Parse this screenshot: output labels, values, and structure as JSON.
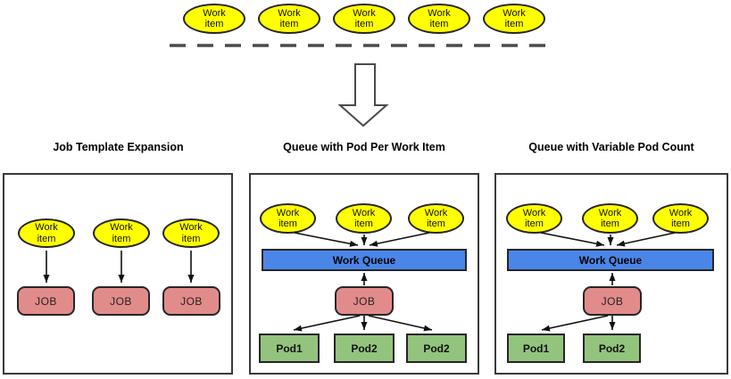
{
  "diagram": {
    "top_row": {
      "work_items": [
        "Work\nitem",
        "Work\nitem",
        "Work\nitem",
        "Work\nitem",
        "Work\nitem"
      ]
    },
    "panels": [
      {
        "title": "Job Template Expansion",
        "work_items": [
          "Work\nitem",
          "Work\nitem",
          "Work\nitem"
        ],
        "jobs": [
          "JOB",
          "JOB",
          "JOB"
        ]
      },
      {
        "title": "Queue with Pod Per Work Item",
        "work_items": [
          "Work\nitem",
          "Work\nitem",
          "Work\nitem"
        ],
        "queue_label": "Work Queue",
        "job_label": "JOB",
        "pods": [
          "Pod1",
          "Pod2",
          "Pod2"
        ]
      },
      {
        "title": "Queue with Variable Pod Count",
        "work_items": [
          "Work\nitem",
          "Work\nitem",
          "Work\nitem"
        ],
        "queue_label": "Work Queue",
        "job_label": "JOB",
        "pods": [
          "Pod1",
          "Pod2"
        ]
      }
    ],
    "colors": {
      "work_item_fill": "#ffff00",
      "job_fill": "#e28b8b",
      "queue_fill": "#4a86e8",
      "pod_fill": "#93c47d",
      "shape_outline": "#262626",
      "panel_border": "#3a3a3a",
      "arrow": "#111111",
      "dashed_line": "#4a4a4a"
    }
  }
}
